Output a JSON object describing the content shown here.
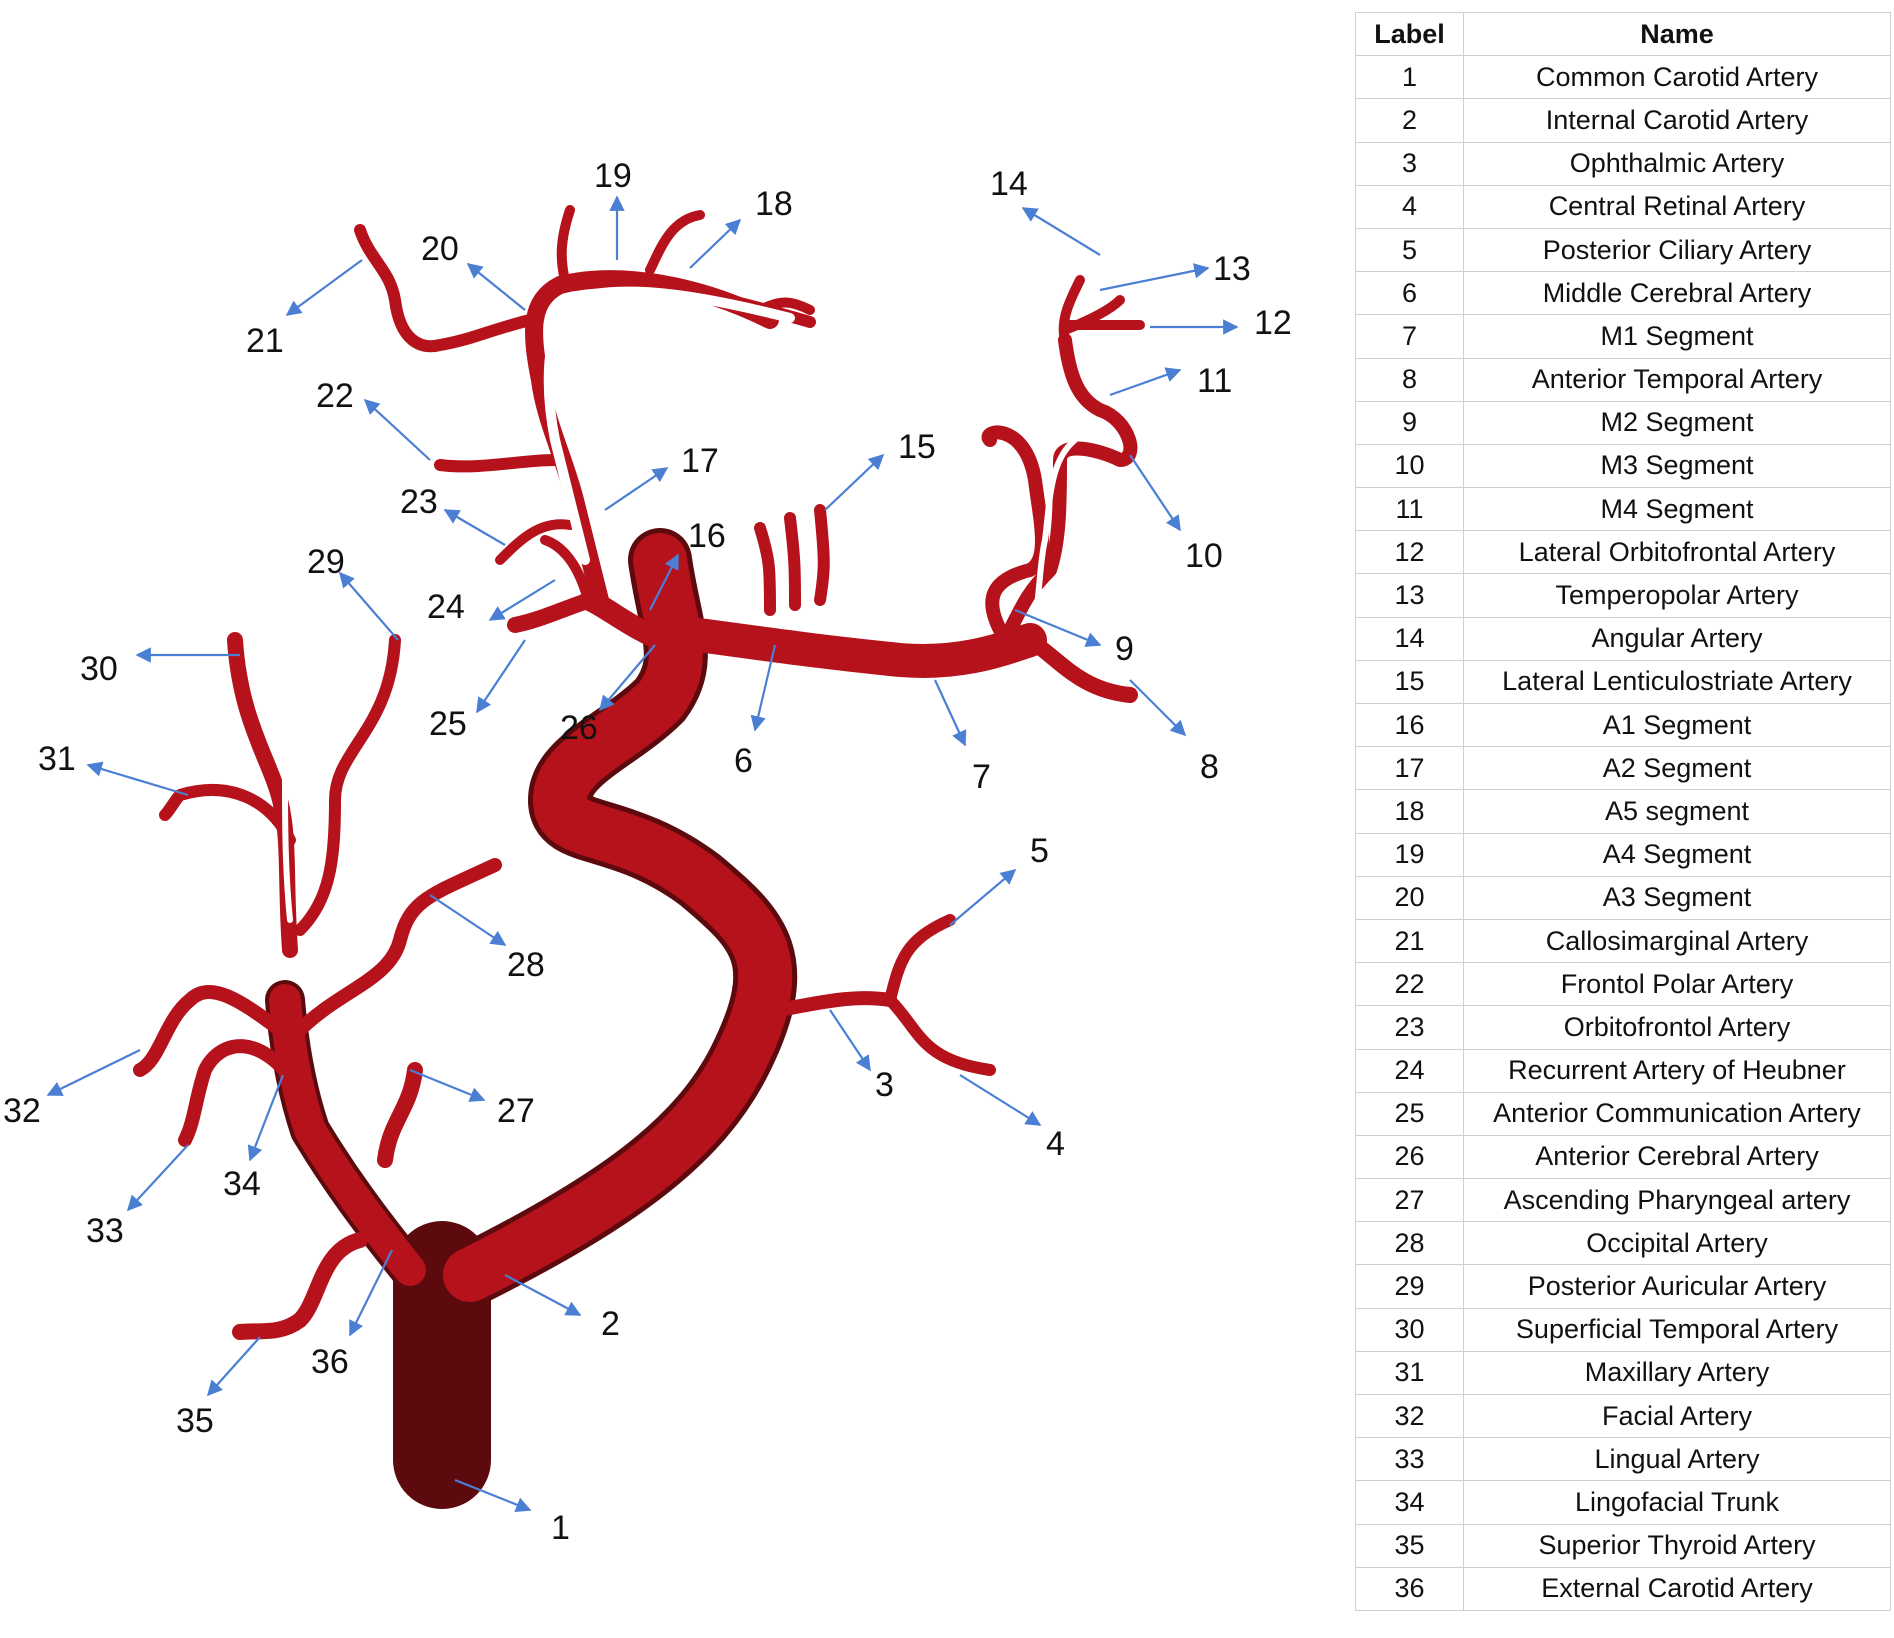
{
  "table": {
    "header_label": "Label",
    "header_name": "Name",
    "rows": [
      {
        "label": "1",
        "name": "Common Carotid Artery"
      },
      {
        "label": "2",
        "name": "Internal Carotid Artery"
      },
      {
        "label": "3",
        "name": "Ophthalmic Artery"
      },
      {
        "label": "4",
        "name": "Central Retinal Artery"
      },
      {
        "label": "5",
        "name": "Posterior Ciliary Artery"
      },
      {
        "label": "6",
        "name": "Middle Cerebral Artery"
      },
      {
        "label": "7",
        "name": "M1 Segment"
      },
      {
        "label": "8",
        "name": "Anterior Temporal Artery"
      },
      {
        "label": "9",
        "name": "M2 Segment"
      },
      {
        "label": "10",
        "name": "M3 Segment"
      },
      {
        "label": "11",
        "name": "M4 Segment"
      },
      {
        "label": "12",
        "name": "Lateral Orbitofrontal Artery"
      },
      {
        "label": "13",
        "name": "Temperopolar Artery"
      },
      {
        "label": "14",
        "name": "Angular Artery"
      },
      {
        "label": "15",
        "name": "Lateral Lenticulostriate Artery"
      },
      {
        "label": "16",
        "name": "A1 Segment"
      },
      {
        "label": "17",
        "name": "A2 Segment"
      },
      {
        "label": "18",
        "name": "A5 segment"
      },
      {
        "label": "19",
        "name": "A4 Segment"
      },
      {
        "label": "20",
        "name": "A3 Segment"
      },
      {
        "label": "21",
        "name": "Callosimarginal Artery"
      },
      {
        "label": "22",
        "name": "Frontol Polar Artery"
      },
      {
        "label": "23",
        "name": "Orbitofrontol Artery"
      },
      {
        "label": "24",
        "name": "Recurrent Artery of Heubner"
      },
      {
        "label": "25",
        "name": "Anterior Communication Artery"
      },
      {
        "label": "26",
        "name": "Anterior Cerebral Artery"
      },
      {
        "label": "27",
        "name": "Ascending Pharyngeal artery"
      },
      {
        "label": "28",
        "name": "Occipital Artery"
      },
      {
        "label": "29",
        "name": "Posterior Auricular Artery"
      },
      {
        "label": "30",
        "name": "Superficial Temporal Artery"
      },
      {
        "label": "31",
        "name": "Maxillary Artery"
      },
      {
        "label": "32",
        "name": "Facial Artery"
      },
      {
        "label": "33",
        "name": "Lingual Artery"
      },
      {
        "label": "34",
        "name": "Lingofacial Trunk"
      },
      {
        "label": "35",
        "name": "Superior Thyroid Artery"
      },
      {
        "label": "36",
        "name": "External Carotid Artery"
      }
    ]
  },
  "callouts": [
    "1",
    "2",
    "3",
    "4",
    "5",
    "6",
    "7",
    "8",
    "9",
    "10",
    "11",
    "12",
    "13",
    "14",
    "15",
    "16",
    "17",
    "18",
    "19",
    "20",
    "21",
    "22",
    "23",
    "24",
    "25",
    "26",
    "27",
    "28",
    "29",
    "30",
    "31",
    "32",
    "33",
    "34",
    "35",
    "36"
  ],
  "colors": {
    "artery": "#b5121b",
    "artery_dark": "#6e0b10",
    "arrow": "#4a7fd4"
  }
}
